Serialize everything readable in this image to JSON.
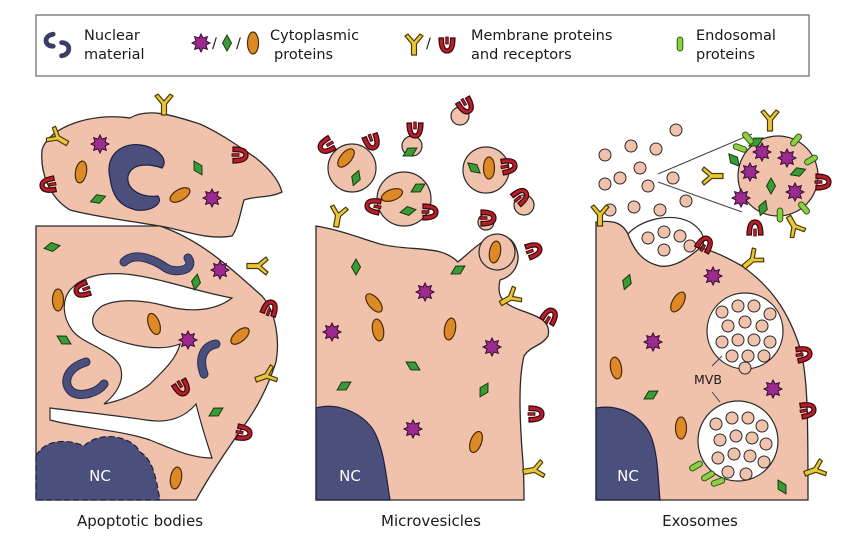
{
  "legend": {
    "nuclear": {
      "line1": "Nuclear",
      "line2": "material"
    },
    "cytoplasmic": {
      "line1": "Cytoplasmic",
      "line2": "proteins"
    },
    "membrane": {
      "line1": "Membrane proteins",
      "line2": "and receptors"
    },
    "endosomal": {
      "line1": "Endosomal",
      "line2": "proteins"
    },
    "separator": "/"
  },
  "panels": {
    "apoptotic": {
      "caption": "Apoptotic bodies",
      "nc": "NC"
    },
    "micro": {
      "caption": "Microvesicles",
      "nc": "NC"
    },
    "exo": {
      "caption": "Exosomes",
      "nc": "NC",
      "mvb": "MVB"
    }
  },
  "colors": {
    "cell": "#f1c2ab",
    "nucleus": "#4b4f7c",
    "purple": "#9b2b8e",
    "green": "#3a9a35",
    "orange": "#dd8a26",
    "yellow": "#eac63a",
    "red": "#b51f2b",
    "endosomal": "#8ccf45"
  }
}
